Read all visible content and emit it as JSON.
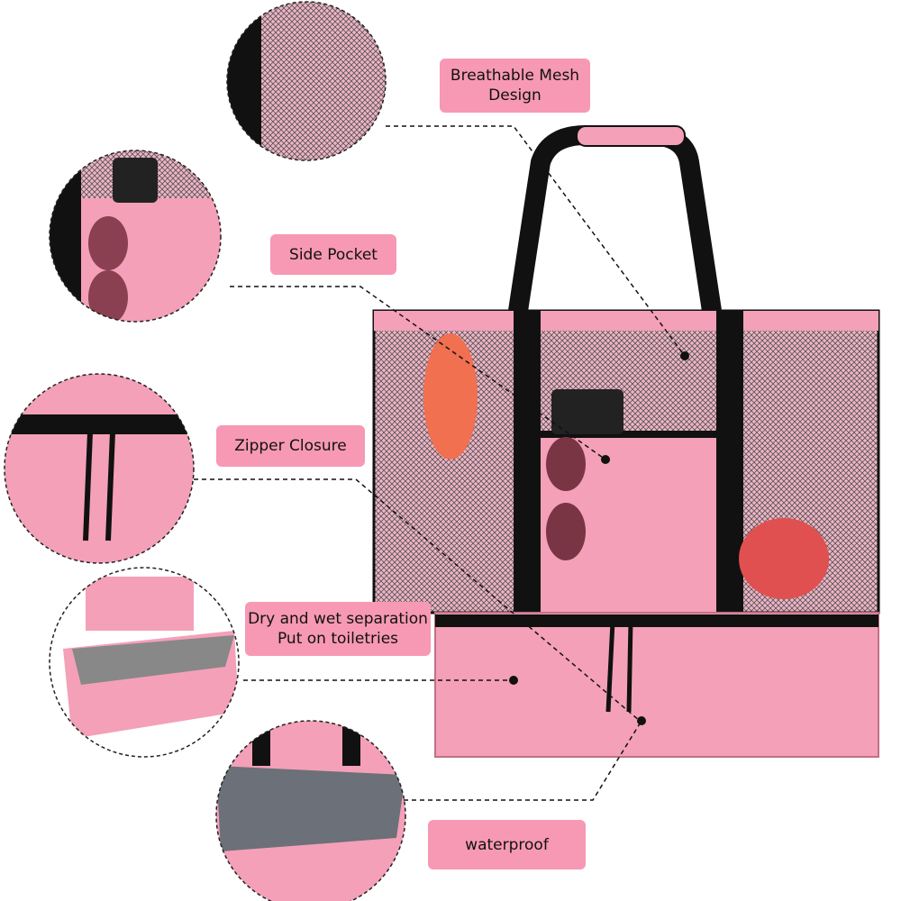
{
  "labels": {
    "mesh": "Breathable Mesh Design",
    "side_pocket": "Side Pocket",
    "zipper": "Zipper Closure",
    "separation_line1": "Dry and wet separation",
    "separation_line2": "Put on toiletries",
    "waterproof": "waterproof"
  },
  "colors": {
    "label_bg": "#f799b4",
    "bag_pink": "#f4a0b8",
    "strap": "#111111",
    "mesh": "#e8a2b8"
  }
}
